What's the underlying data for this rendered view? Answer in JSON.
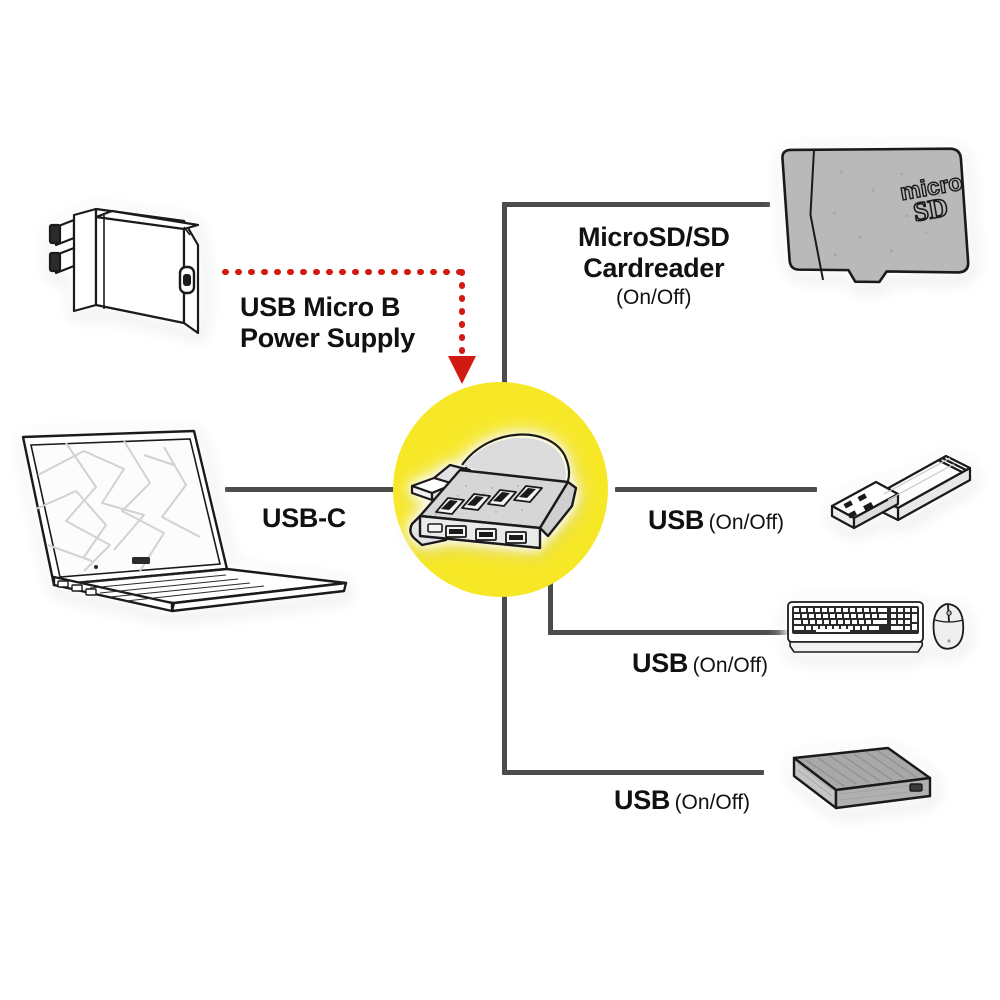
{
  "diagram": {
    "title": "USB-C hub connection diagram",
    "accent_color": "#F7E827",
    "line_color": "#4C4C4C",
    "arrow_color": "#D11A11"
  },
  "labels": {
    "power": {
      "line1": "USB Micro B",
      "line2": "Power Supply"
    },
    "cardreader": {
      "line1": "MicroSD/SD",
      "line2": "Cardreader",
      "sub": "(On/Off)"
    },
    "usbc": {
      "text": "USB-C"
    },
    "usb_flash": {
      "text": "USB",
      "sub": "(On/Off)"
    },
    "usb_keyboard": {
      "text": "USB",
      "sub": "(On/Off)"
    },
    "usb_hdd": {
      "text": "USB",
      "sub": "(On/Off)"
    }
  },
  "devices": {
    "power_supply": {
      "name": "power-adapter"
    },
    "laptop": {
      "name": "laptop"
    },
    "hub": {
      "name": "usb-c-hub"
    },
    "microsd": {
      "name": "microsd-card",
      "brand_line1": "micro",
      "brand_line2": "SD"
    },
    "flash_drive": {
      "name": "usb-flash-drive"
    },
    "keyboard_mouse": {
      "name": "keyboard-and-mouse"
    },
    "hard_drive": {
      "name": "external-hard-drive"
    }
  }
}
